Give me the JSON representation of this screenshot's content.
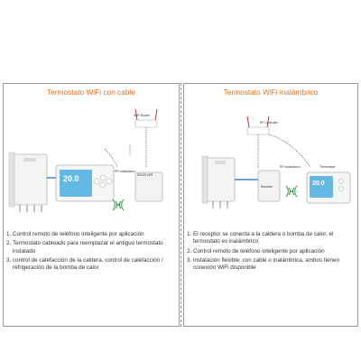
{
  "left_panel": {
    "title": "Termostato WiFi con cable",
    "labels": {
      "router": "WiFi Router",
      "rf": "RF inalámbrico",
      "receiver": "RECEIVER"
    },
    "thermostat_reading": "20.0",
    "notes": [
      {
        "num": "1.",
        "text": "Control remoto de teléfono inteligente por aplicación"
      },
      {
        "num": "2.",
        "text": "Termostato cableado para reemplazar el antiguo termostato instalado"
      },
      {
        "num": "3.",
        "text": "control de calefacción de la caldera, control de calefacción / refrigeración de la bomba de calor"
      }
    ]
  },
  "right_panel": {
    "title": "Termostato WiFi inalámbrico",
    "labels": {
      "router": "RF Controller",
      "rf": "RF inalámbrico",
      "receiver": "Receiver",
      "thermostat": "Thermostat"
    },
    "thermostat_reading": "20.0",
    "notes": [
      {
        "num": "1.",
        "text": "El receptor se conecta a la caldera o bomba de calor, el termostato es inalámbrico"
      },
      {
        "num": "2.",
        "text": "Control remoto de teléfono inteligente por aplicación"
      },
      {
        "num": "3.",
        "text": "instalación flexible: con cable o inalámbrica, ambos tienen conexión WiFi disponible"
      }
    ]
  },
  "colors": {
    "title": "#e0701c",
    "lcd": "#63b9e6",
    "wifi": "#2e9f3a"
  }
}
